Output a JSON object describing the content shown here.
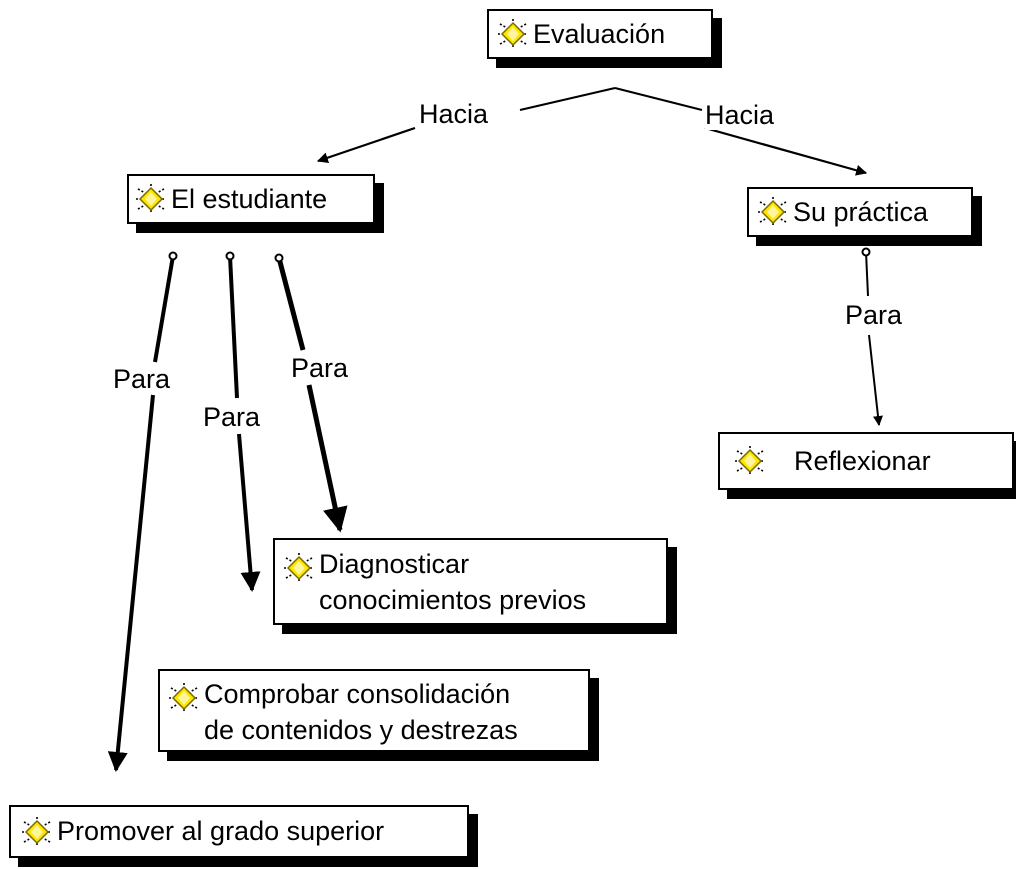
{
  "concept_map": {
    "colors": {
      "line": "#000000",
      "icon_fill": "#ffe600",
      "icon_stroke": "#7a6a00"
    },
    "icon": "bug-sparkle-icon",
    "nodes": {
      "evaluacion": "Evaluación",
      "estudiante": "El estudiante",
      "practica": "Su práctica",
      "reflexionar": "Reflexionar",
      "diagnosticar": [
        "Diagnosticar",
        "conocimientos previos"
      ],
      "comprobar": [
        "Comprobar consolidación",
        "de contenidos y destrezas"
      ],
      "promover": "Promover al grado superior"
    },
    "links": {
      "hacia_estudiante": "Hacia",
      "hacia_practica": "Hacia",
      "para_reflexionar": "Para",
      "para_promover": "Para",
      "para_comprobar": "Para",
      "para_diagnosticar": "Para"
    }
  }
}
